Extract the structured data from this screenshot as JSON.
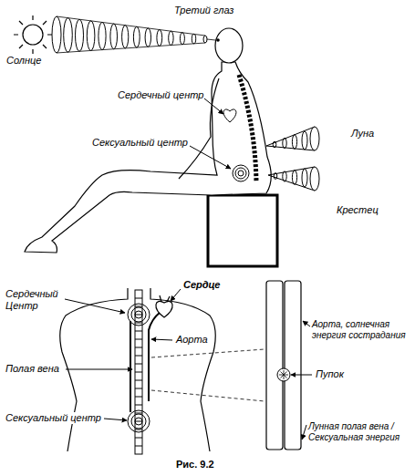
{
  "diagram": {
    "caption": "Рис. 9.2",
    "labels": [
      "Третий глаз",
      "Солнце",
      "Сердечный центр",
      "Луна",
      "Сексуальный центр",
      "Крестец",
      "Сердечный Центр",
      "Сердце",
      "Аорта",
      "Полая вена",
      "Аорта, солнечная энергия сострадания",
      "Пупок",
      "Сексуальный центр",
      "Лунная полая вена /Сексуальная энергия"
    ]
  }
}
